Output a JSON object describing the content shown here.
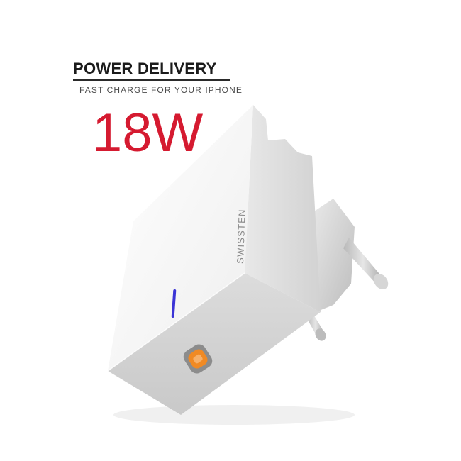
{
  "headline": "POWER DELIVERY",
  "subheadline": "FAST CHARGE FOR YOUR IPHONE",
  "wattage": "18W",
  "brand_text": "SWISSTEN",
  "product": {
    "name": "usb-c-wall-charger",
    "indicator_color": "#3b34d6",
    "port_accent_color": "#f08a24"
  },
  "colors": {
    "title": "#1b1b1b",
    "subtitle": "#4a4a4a",
    "wattage": "#d51a30",
    "body_top": "#f7f7f7",
    "body_side": "#e2e2e2",
    "body_bottom": "#d0d0d0"
  }
}
